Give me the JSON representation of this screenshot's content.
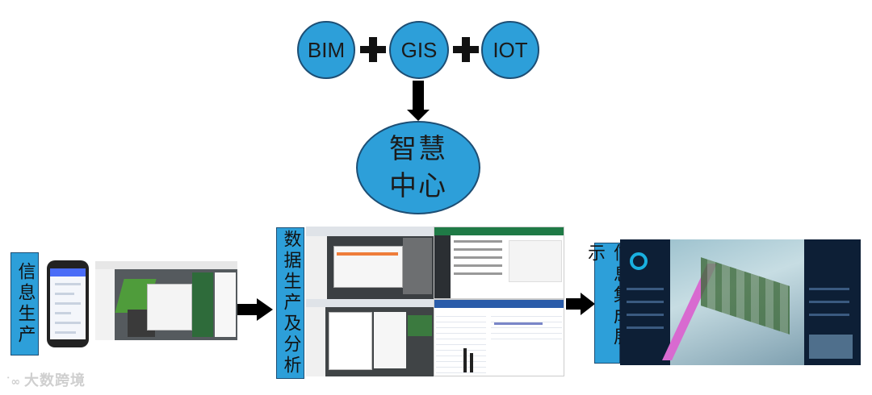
{
  "top_nodes": [
    "BIM",
    "GIS",
    "IOT"
  ],
  "hub": {
    "line1": "智慧",
    "line2": "中心"
  },
  "stages": [
    {
      "label": "信息生产"
    },
    {
      "label": "数据生产及分析"
    },
    {
      "label": "信息集成展示"
    }
  ],
  "watermark": "大数跨境",
  "colors": {
    "node_fill": "#2d9fd9",
    "node_border": "#1d4e74",
    "arrow": "#000000"
  }
}
